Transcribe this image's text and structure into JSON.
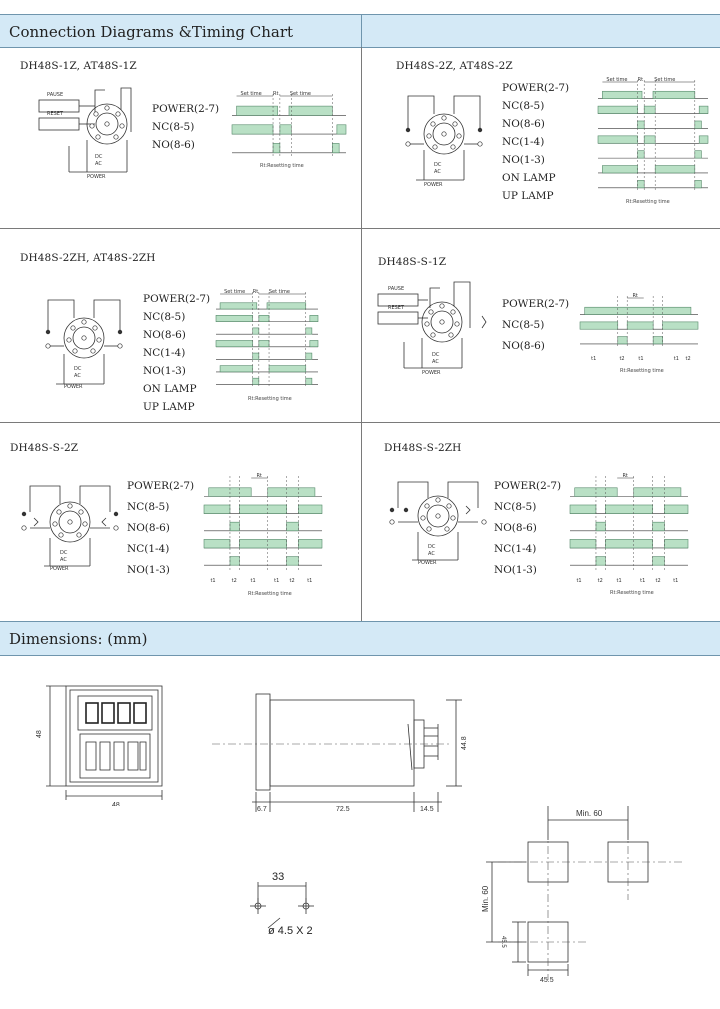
{
  "sections": {
    "connection_title": "Connection Diagrams &Timing Chart",
    "dimensions_title": "Dimensions: (mm)"
  },
  "colors": {
    "band": "#d4e9f6",
    "pulse": "#b9e0c5",
    "pulse_edge": "#55896a",
    "line": "#333333"
  },
  "wiring_labels": {
    "pause": "PAUSE",
    "reset": "RESET",
    "dc": "DC",
    "ac": "AC",
    "power": "POWER"
  },
  "timing_labels": {
    "set_time": "Set time",
    "rt": "Rt",
    "resetting": "Rt:Resetting time",
    "t1": "t1",
    "t2": "t2"
  },
  "models": [
    {
      "name": "DH48S-1Z, AT48S-1Z",
      "pins": [
        "POWER(2-7)",
        "NC(8-5)",
        "NO(8-6)"
      ]
    },
    {
      "name": "DH48S-2Z, AT48S-2Z",
      "pins": [
        "POWER(2-7)",
        "NC(8-5)",
        "NO(8-6)",
        "NC(1-4)",
        "NO(1-3)",
        "ON LAMP",
        "UP LAMP"
      ]
    },
    {
      "name": "DH48S-2ZH, AT48S-2ZH",
      "pins": [
        "POWER(2-7)",
        "NC(8-5)",
        "NO(8-6)",
        "NC(1-4)",
        "NO(1-3)",
        "ON LAMP",
        "UP LAMP"
      ]
    },
    {
      "name": "DH48S-S-1Z",
      "pins": [
        "POWER(2-7)",
        "NC(8-5)",
        "NO(8-6)"
      ]
    },
    {
      "name": "DH48S-S-2Z",
      "pins": [
        "POWER(2-7)",
        "NC(8-5)",
        "NO(8-6)",
        "NC(1-4)",
        "NO(1-3)"
      ]
    },
    {
      "name": "DH48S-S-2ZH",
      "pins": [
        "POWER(2-7)",
        "NC(8-5)",
        "NO(8-6)",
        "NC(1-4)",
        "NO(1-3)"
      ]
    }
  ],
  "dimensions": {
    "front_height": "48",
    "front_width": "48",
    "side_front": "6.7",
    "side_body": "72.5",
    "side_socket": "14.5",
    "side_height": "44.8",
    "mount_spacing": "33",
    "mount_hole": "ø 4.5 X 2",
    "panel_min_x": "Min. 60",
    "panel_min_y": "Min. 60",
    "cutout_w": "45.5",
    "cutout_h": "45.5"
  }
}
